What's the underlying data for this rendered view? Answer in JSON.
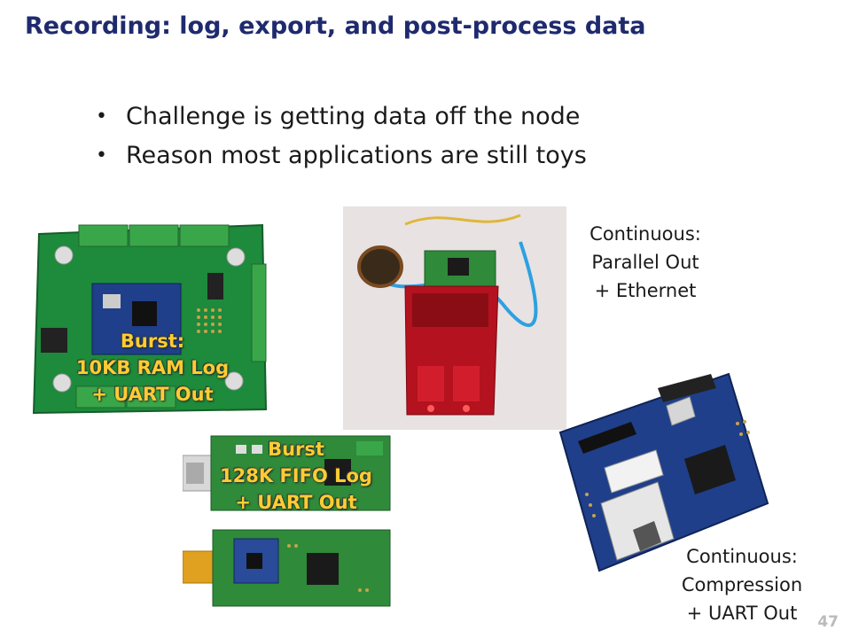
{
  "slide": {
    "title": "Recording: log, export, and post-process data",
    "bullets": [
      "Challenge is getting data off the node",
      "Reason most applications are still toys"
    ],
    "page_number": "47"
  },
  "captions": {
    "parallel": [
      "Continuous:",
      "Parallel Out",
      "+ Ethernet"
    ],
    "compression": [
      "Continuous:",
      "Compression",
      "+ UART Out"
    ]
  },
  "overlays": {
    "ram_log": [
      "Burst:",
      "10KB RAM Log",
      "+ UART Out"
    ],
    "fifo_log": [
      "Burst",
      "128K FIFO Log",
      "+ UART Out"
    ]
  },
  "colors": {
    "title": "#1f2a6e",
    "overlay_text": "#ffcc33",
    "pcb_green": "#1f8a3a",
    "pcb_blue": "#1f3f8a",
    "enclosure_red": "#b3121e"
  }
}
